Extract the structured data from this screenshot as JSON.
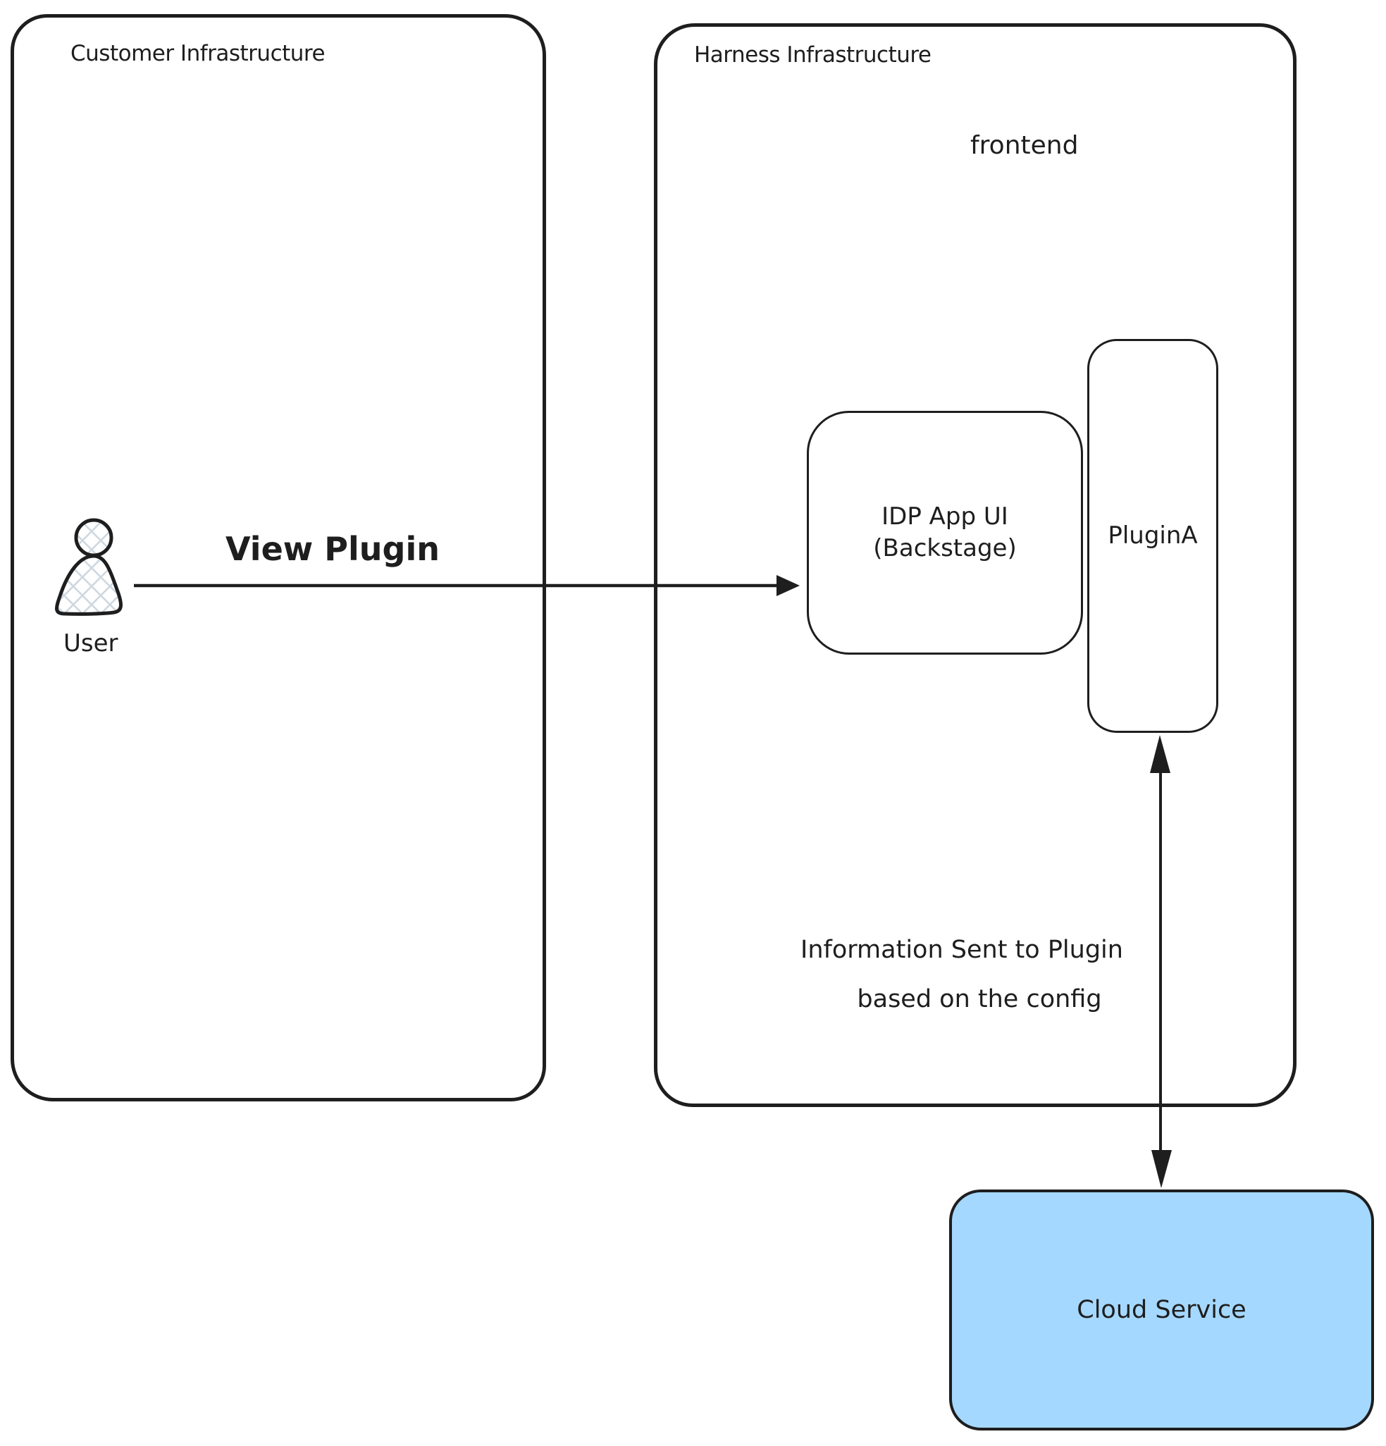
{
  "customer_box": {
    "title": "Customer Infrastructure"
  },
  "harness_box": {
    "title": "Harness Infrastructure",
    "frontend_label": "frontend"
  },
  "nodes": {
    "idp": {
      "line1": "IDP App UI",
      "line2": "(Backstage)"
    },
    "plugin": {
      "label": "PluginA"
    },
    "cloud": {
      "label": "Cloud Service"
    },
    "user": {
      "label": "User"
    }
  },
  "edges": {
    "view_plugin": {
      "label": "View Plugin"
    },
    "info": {
      "line1": "Information Sent to Plugin",
      "line2": "based on the config"
    }
  },
  "colors": {
    "stroke": "#1e1e1e",
    "cloud_fill": "#a5d8ff",
    "hatch": "#cfd8e0",
    "background": "#ffffff"
  }
}
